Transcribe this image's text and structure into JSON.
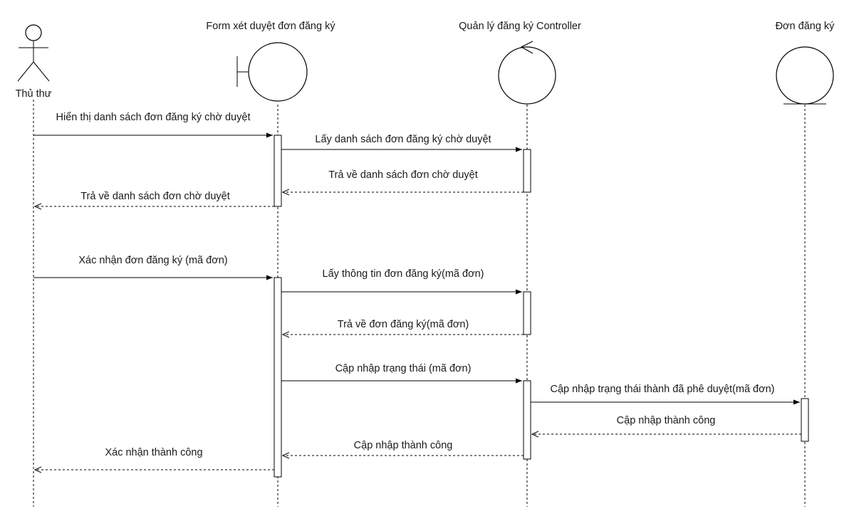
{
  "participants": [
    {
      "id": "librarian",
      "kind": "actor",
      "label": "Thủ thư"
    },
    {
      "id": "form",
      "kind": "boundary",
      "label": "Form xét duyệt đơn đăng ký"
    },
    {
      "id": "controller",
      "kind": "control",
      "label": "Quản lý đăng ký Controller"
    },
    {
      "id": "entity",
      "kind": "entity",
      "label": "Đơn đăng ký"
    }
  ],
  "messages": [
    {
      "from": "librarian",
      "to": "form",
      "type": "call",
      "label": "Hiển thị danh sách đơn đăng ký chờ duyệt"
    },
    {
      "from": "form",
      "to": "controller",
      "type": "call",
      "label": "Lấy danh sách đơn đăng ký chờ duyệt"
    },
    {
      "from": "controller",
      "to": "form",
      "type": "return",
      "label": "Trả về danh sách đơn chờ duyệt"
    },
    {
      "from": "form",
      "to": "librarian",
      "type": "return",
      "label": "Trả về danh sách đơn chờ duyệt"
    },
    {
      "from": "librarian",
      "to": "form",
      "type": "call",
      "label": "Xác nhận đơn đăng ký (mã đơn)"
    },
    {
      "from": "form",
      "to": "controller",
      "type": "call",
      "label": "Lấy thông tin đơn đăng ký(mã đơn)"
    },
    {
      "from": "controller",
      "to": "form",
      "type": "return",
      "label": "Trả về đơn đăng ký(mã đơn)"
    },
    {
      "from": "form",
      "to": "controller",
      "type": "call",
      "label": "Cập nhập trạng thái (mã đơn)"
    },
    {
      "from": "controller",
      "to": "entity",
      "type": "call",
      "label": "Cập nhập trạng thái thành đã phê duyệt(mã đơn)"
    },
    {
      "from": "entity",
      "to": "controller",
      "type": "return",
      "label": "Cập nhập thành công"
    },
    {
      "from": "controller",
      "to": "form",
      "type": "return",
      "label": "Cập nhập thành công"
    },
    {
      "from": "form",
      "to": "librarian",
      "type": "return",
      "label": "Xác nhận thành công"
    }
  ]
}
